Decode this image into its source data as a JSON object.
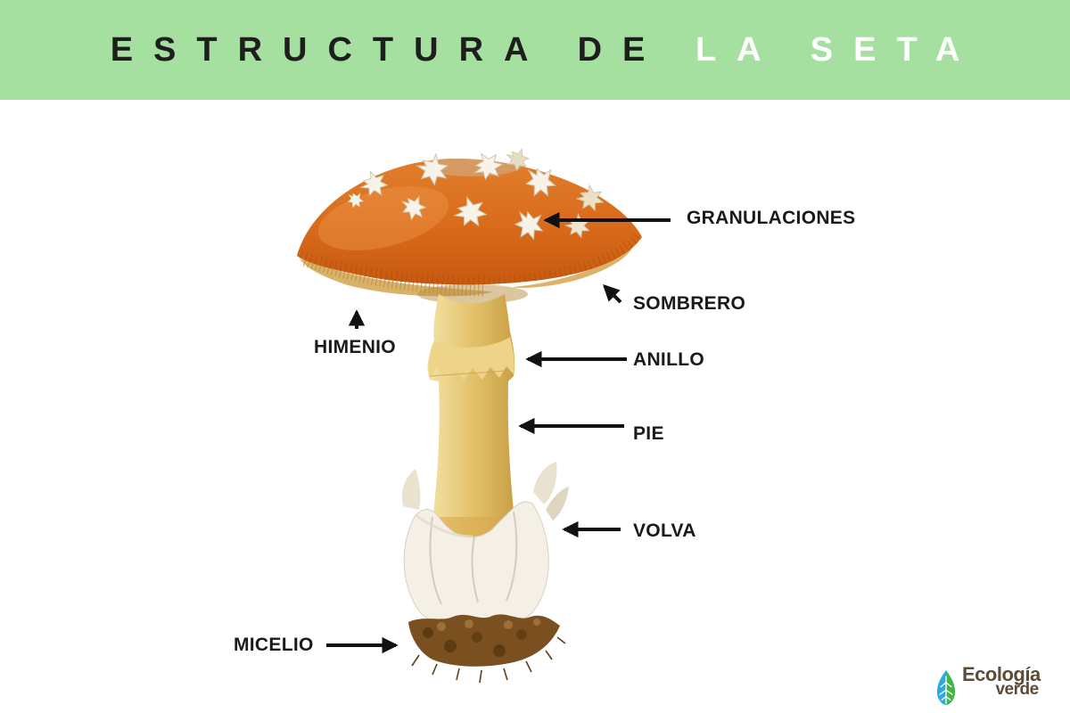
{
  "header": {
    "title_dark": "ESTRUCTURA DE",
    "title_light": "LA SETA",
    "bg_color": "#a5e0a1",
    "title_dark_color": "#1e1e1e",
    "title_light_color": "#ffffff"
  },
  "labels": {
    "granulaciones": "GRANULACIONES",
    "sombrero": "SOMBRERO",
    "himenio": "HIMENIO",
    "anillo": "ANILLO",
    "pie": "PIE",
    "volva": "VOLVA",
    "micelio": "MICELIO"
  },
  "logo": {
    "name": "Ecología",
    "sub": "verde",
    "text_color": "#5d4b37",
    "leaf_blue": "#2ba9e0",
    "leaf_green": "#43b549"
  },
  "illustration": {
    "subject": "fly-agaric-style mushroom cross illustration",
    "cap_color": "#d96a1b",
    "cap_rim_color": "#b5500c",
    "gills_color": "#d8b269",
    "stem_color": "#e3c06a",
    "ring_color": "#eed489",
    "volva_color": "#f4f0e6",
    "mycelium_color": "#7a5020",
    "wart_color": "#f7f3e9",
    "arrow_color": "#111111",
    "label_color": "#1a1a1a"
  }
}
